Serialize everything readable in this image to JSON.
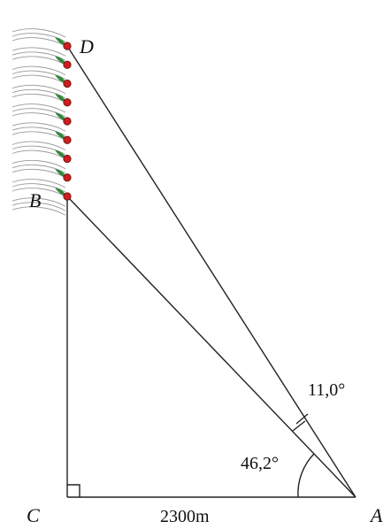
{
  "points": {
    "A": "A",
    "B": "B",
    "C": "C",
    "D": "D"
  },
  "measurements": {
    "base_length": "2300m",
    "angle_BAC": "46,2°",
    "angle_DAB": "11,0°"
  },
  "colors": {
    "line": "#222222",
    "light_red": "#cc1f1f",
    "leaf_green": "#2f8a3a"
  },
  "icons": {
    "light": "red-light-dot-icon",
    "foliage": "leaf-frond-icon"
  },
  "lights_count": 9
}
